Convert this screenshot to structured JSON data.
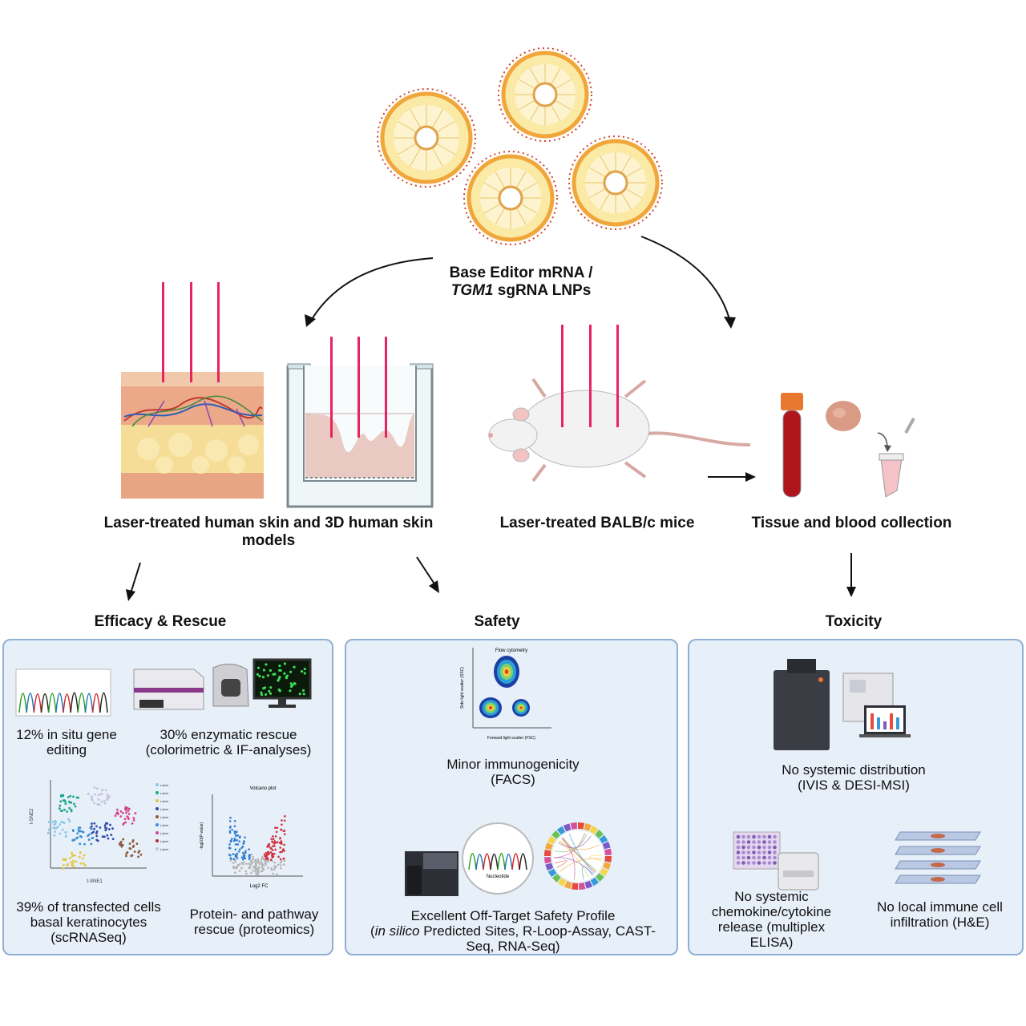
{
  "lnp": {
    "label_line1": "Base Editor mRNA /",
    "label_gene": "TGM1",
    "label_line2_rest": " sgRNA LNPs"
  },
  "models": {
    "human_label": "Laser-treated human skin and 3D human skin models",
    "mice_label": "Laser-treated BALB/c mice",
    "collection_label": "Tissue and blood collection"
  },
  "sections": {
    "efficacy": {
      "title": "Efficacy & Rescue",
      "items": [
        {
          "caption": "12% in situ gene editing"
        },
        {
          "caption": "30% enzymatic rescue (colorimetric & IF-analyses)"
        },
        {
          "caption": "39% of transfected cells basal keratinocytes (scRNASeq)"
        },
        {
          "caption": "Protein- and pathway rescue (proteomics)"
        }
      ]
    },
    "safety": {
      "title": "Safety",
      "items": [
        {
          "caption": "Minor immunogenicity (FACS)"
        },
        {
          "caption_line1": "Excellent Off-Target Safety Profile",
          "caption_em": "in silico",
          "caption_line2_rest": " Predicted Sites, R-Loop-Assay, CAST-Seq, RNA-Seq)"
        }
      ]
    },
    "toxicity": {
      "title": "Toxicity",
      "items": [
        {
          "caption": "No systemic distribution (IVIS & DESI-MSI)"
        },
        {
          "caption": "No systemic chemokine/cytokine release (multiplex ELISA)"
        },
        {
          "caption": "No local immune cell infiltration (H&E)"
        }
      ]
    }
  },
  "mini_plots": {
    "flow_title": "Flow cytometry",
    "volcano_title": "Volcano plot",
    "tsne_x": "t-SNE1",
    "tsne_y": "t-SNE2",
    "volcano_x": "Log2 FC",
    "volcano_y": "-log10(P-value)",
    "flow_x": "Forward light scatter (FSC)",
    "flow_y": "Side light scatter (SSC)",
    "seq_label": "Nucleotide",
    "tsne_legend": [
      "Label",
      "Label",
      "Label",
      "Label",
      "Label",
      "Label",
      "Label",
      "Label",
      "Label"
    ]
  },
  "colors": {
    "panel_border": "#8fb0d3",
    "panel_fill": "#e7eff9",
    "laser": "#e8245e",
    "lnp_core": "#f3c54a",
    "blood": "#b0141c"
  }
}
